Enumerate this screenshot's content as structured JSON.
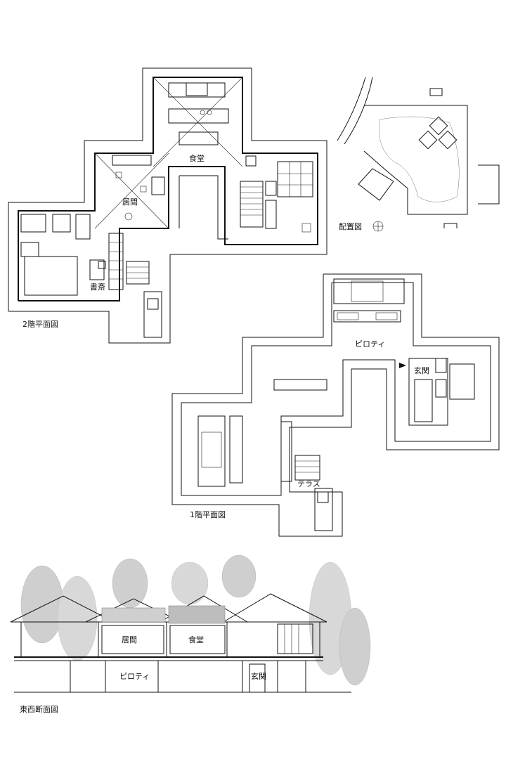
{
  "labels": {
    "dining_upper": "食堂",
    "living": "居間",
    "study": "書斎",
    "site_plan": "配置図",
    "plan_2f": "2階平面図",
    "piloti": "ピロティ",
    "entrance": "玄関",
    "terrace": "テラス",
    "plan_1f": "1階平面図",
    "section_living": "居間",
    "section_dining": "食堂",
    "section_piloti": "ピロティ",
    "section_entrance": "玄関",
    "section_title": "東西断面図"
  }
}
